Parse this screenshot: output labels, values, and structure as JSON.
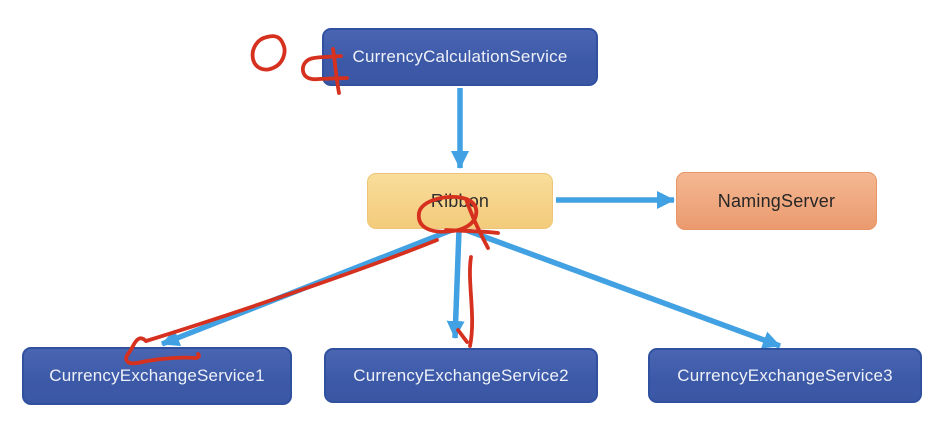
{
  "nodes": [
    {
      "id": "currency-calculation-service",
      "label": "CurrencyCalculationService"
    },
    {
      "id": "ribbon",
      "label": "Ribbon"
    },
    {
      "id": "naming-server",
      "label": "NamingServer"
    },
    {
      "id": "currency-exchange-service-1",
      "label": "CurrencyExchangeService1"
    },
    {
      "id": "currency-exchange-service-2",
      "label": "CurrencyExchangeService2"
    },
    {
      "id": "currency-exchange-service-3",
      "label": "CurrencyExchangeService3"
    }
  ],
  "edges": [
    {
      "from": "CurrencyCalculationService",
      "to": "Ribbon"
    },
    {
      "from": "Ribbon",
      "to": "NamingServer"
    },
    {
      "from": "Ribbon",
      "to": "CurrencyExchangeService1"
    },
    {
      "from": "Ribbon",
      "to": "CurrencyExchangeService2"
    },
    {
      "from": "Ribbon",
      "to": "CurrencyExchangeService3"
    }
  ],
  "annotations": {
    "type": "hand-drawn red pen marks",
    "marks": [
      "circle-doodle-left-of-calculation-service",
      "flag-doodle-on-calculation-service-left-edge",
      "loop-scribble-over-ribbon-label",
      "stroke-along-arrow-to-exchange-service-1",
      "underline-hook-on-exchange-service-1",
      "vertical-stroke-beside-arrow-to-exchange-service-2",
      "tick-on-arrowhead-of-exchange-service-2"
    ]
  },
  "colors": {
    "background": "#ffffff",
    "service_fill": "#3d5caa",
    "service_border": "#3050a0",
    "service_text": "#eef1f7",
    "ribbon_fill": "#f5d086",
    "naming_fill": "#efa87e",
    "dark_text": "#2e2e2e",
    "arrow": "#41a1e2",
    "annotation_ink": "#d6301f"
  }
}
